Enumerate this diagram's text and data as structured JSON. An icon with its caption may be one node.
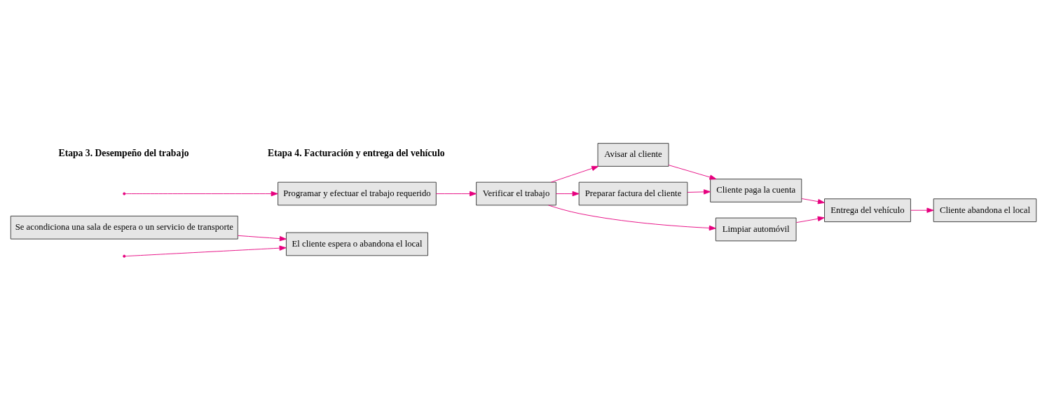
{
  "diagram": {
    "nodes": [
      {
        "text": [
          "El cliente espera o abandona el local"
        ]
      },
      {
        "text": [
          "Cliente paga la cuenta"
        ]
      },
      {
        "text": [
          "Cliente abandona el local"
        ]
      },
      {
        "text": [
          "Se acondiciona una sala de espera o un servicio de transporte"
        ]
      },
      {
        "text": [
          "Avisar al cliente"
        ]
      },
      {
        "text": [
          "Entrega del vehículo"
        ]
      },
      {
        "text": [
          "Programar y efectuar el trabajo requerido"
        ]
      },
      {
        "text": [
          "Verificar el trabajo"
        ]
      },
      {
        "text": [
          "Limpiar automóvil"
        ]
      },
      {
        "text": [
          "Preparar factura del cliente"
        ]
      }
    ],
    "edges": [
      {
        "from": null,
        "to": 0,
        "arrow": "to"
      },
      {
        "from": null,
        "to": 6,
        "arrow": "to"
      },
      {
        "from": 3,
        "to": 0,
        "arrow": "to"
      },
      {
        "from": 6,
        "to": 7,
        "arrow": "to"
      },
      {
        "from": 7,
        "to": 4,
        "arrow": "to"
      },
      {
        "from": 7,
        "to": 8,
        "arrow": "to"
      },
      {
        "from": 7,
        "to": 9,
        "arrow": "to"
      },
      {
        "from": 4,
        "to": 1,
        "arrow": "to"
      },
      {
        "from": 9,
        "to": 1,
        "arrow": "to"
      },
      {
        "from": 1,
        "to": 5,
        "arrow": "to"
      },
      {
        "from": 8,
        "to": 5,
        "arrow": "to"
      },
      {
        "from": 5,
        "to": 2,
        "arrow": "to"
      }
    ],
    "labels": [
      "Etapa 3. Desempeño del trabajo",
      "Etapa 4. Facturación y entrega del vehículo"
    ]
  }
}
